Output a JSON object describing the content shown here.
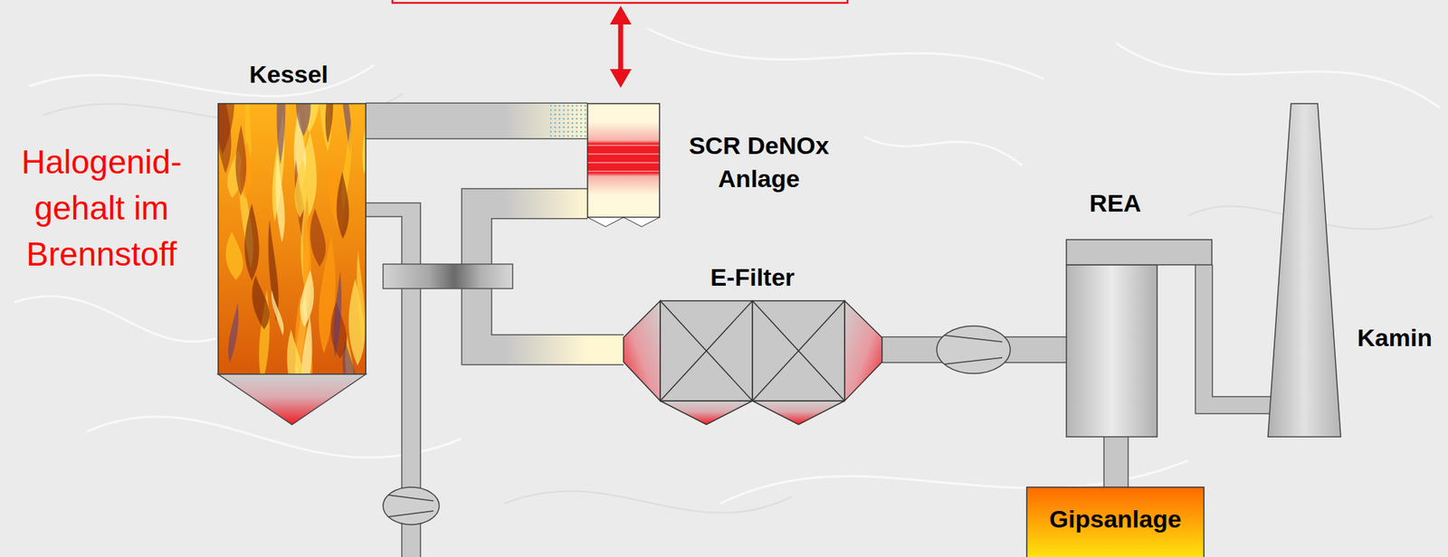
{
  "diagram": {
    "nodes": [
      {
        "text": [
          "Kessel"
        ]
      },
      {
        "text": [
          "SCR DeNOx Anlage"
        ]
      },
      {
        "text": [
          "E-Filter"
        ]
      },
      {
        "text": [
          "REA"
        ]
      },
      {
        "text": [
          "Gipsanlage"
        ]
      },
      {
        "text": [
          "Kamin"
        ]
      }
    ],
    "edges": [
      {
        "from": 0,
        "to": 1,
        "arrow": "none"
      },
      {
        "from": 1,
        "to": 2,
        "arrow": "none"
      },
      {
        "from": 2,
        "to": 3,
        "arrow": "none"
      },
      {
        "from": 3,
        "to": 5,
        "arrow": "none"
      },
      {
        "from": 3,
        "to": 4,
        "arrow": "none"
      }
    ],
    "labels": [
      "Halogenid- gehalt im Brennstoff"
    ]
  }
}
